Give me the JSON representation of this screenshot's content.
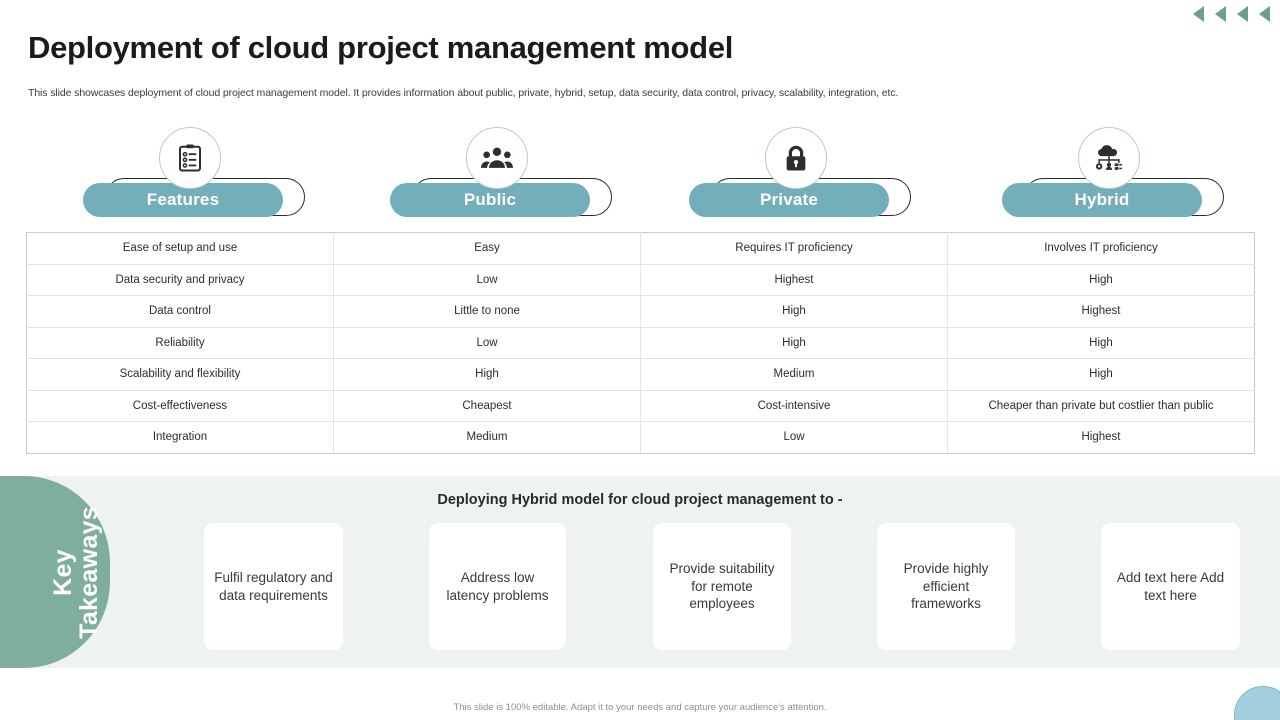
{
  "nav": {
    "arrows": [
      "prev-arrow-1",
      "prev-arrow-2",
      "prev-arrow-3",
      "prev-arrow-4"
    ],
    "color": "#6aa08d"
  },
  "header": {
    "title": "Deployment of cloud project management model",
    "subtitle": "This slide showcases deployment of cloud project management model. It provides information about public, private, hybrid, setup, data security, data control, privacy,  scalability, integration, etc."
  },
  "columns": [
    {
      "label": "Features",
      "icon": "clipboard-checklist-icon"
    },
    {
      "label": "Public",
      "icon": "people-group-icon"
    },
    {
      "label": "Private",
      "icon": "padlock-icon"
    },
    {
      "label": "Hybrid",
      "icon": "cloud-network-icon"
    }
  ],
  "table": {
    "rows": [
      [
        "Ease of setup and use",
        "Easy",
        "Requires  IT proficiency",
        "Involves  IT proficiency"
      ],
      [
        "Data  security and  privacy",
        "Low",
        "Highest",
        "High"
      ],
      [
        "Data  control",
        "Little to none",
        "High",
        "Highest"
      ],
      [
        "Reliability",
        "Low",
        "High",
        "High"
      ],
      [
        "Scalability and flexibility",
        "High",
        "Medium",
        "High"
      ],
      [
        "Cost-effectiveness",
        "Cheapest",
        "Cost-intensive",
        "Cheaper  than  private  but costlier than   public"
      ],
      [
        "Integration",
        "Medium",
        "Low",
        "Highest"
      ]
    ]
  },
  "takeaways": {
    "label": "Key\nTakeaways",
    "label_line1": "Key",
    "label_line2": "Takeaways",
    "icon": "magnifier-lightbulb-icon",
    "heading": "Deploying Hybrid model for cloud project management to -",
    "cards": [
      "Fulfil regulatory and data requirements",
      "Address low latency problems",
      "Provide suitability for remote employees",
      "Provide highly efficient frameworks",
      "Add text here Add text here"
    ]
  },
  "footer": {
    "note": "This slide is 100% editable.  Adapt it to your needs and capture your audience's attention."
  },
  "colors": {
    "teal": "#74aebb",
    "green": "#7fae9c",
    "panel": "#eef3f2",
    "corner": "#a3cee0"
  }
}
